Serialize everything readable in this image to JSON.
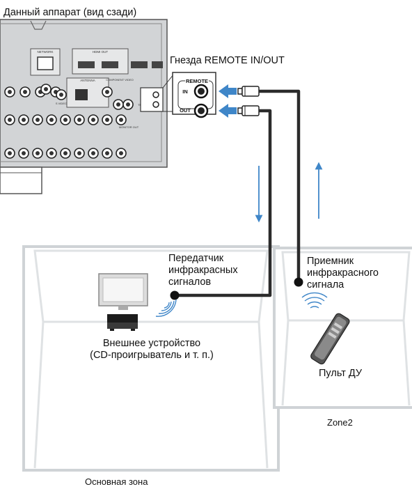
{
  "labels": {
    "rear_panel_caption": "Данный аппарат (вид сзади)",
    "jacks_caption": "Гнезда REMOTE IN/OUT",
    "transmitter_line1": "Передатчик",
    "transmitter_line2": "инфракрасных",
    "transmitter_line3": "сигналов",
    "receiver_line1": "Приемник",
    "receiver_line2": "инфракрасного",
    "receiver_line3": "сигнала",
    "external_device_line1": "Внешнее устройство",
    "external_device_line2": "(CD-проигрыватель и т. п.)",
    "remote_control": "Пульт ДУ",
    "zone2": "Zone2",
    "main_zone": "Основная зона"
  },
  "remote_panel": {
    "title": "REMOTE",
    "in_label": "IN",
    "out_label": "OUT"
  },
  "panel_labels": {
    "network": "NETWORK",
    "hdmi_out": "HDMI OUT",
    "antenna": "ANTENNA",
    "s_video": "S VIDEO",
    "component_video": "COMPONENT VIDEO",
    "monitor_out": "MONITOR OUT",
    "trigger_out": "TRIGGER OUT"
  },
  "colors": {
    "arrow_blue": "#3f86c8",
    "cable": "#2b2b2b",
    "room_wall": "#cfd3d6",
    "panel_grey": "#d2d4d6"
  }
}
